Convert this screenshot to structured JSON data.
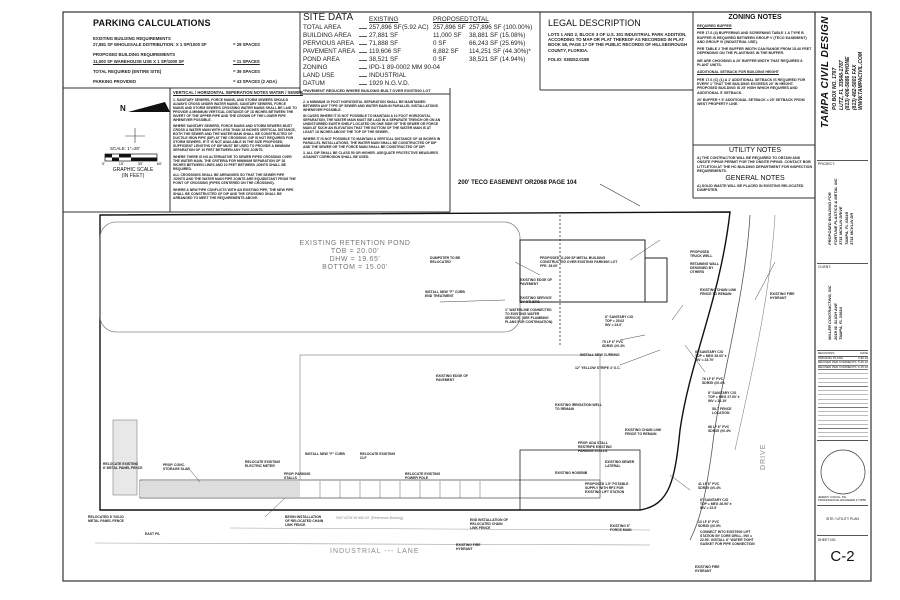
{
  "parking": {
    "title": "PARKING CALCULATIONS",
    "rows": [
      {
        "label": "EXISTING BUILDING REQUIREMENTS",
        "value": ""
      },
      {
        "label": "27,881 SF WHOLESALE DISTRIBUTION: X 1 SP/1000 SF",
        "value": "= 28 SPACES"
      },
      {
        "label": "PROPOSED BUILDING REQUIREMENTS",
        "value": ""
      },
      {
        "label": "11,000 SF WAREHOUSE USE X 1 SP/1000 SF",
        "value": "= 11 SPACES"
      },
      {
        "label": "TOTAL REQUIRED (ENTIRE SITE)",
        "value": "= 39 SPACES"
      },
      {
        "label": "PARKING PROVIDED",
        "value": "= 43 SPACES (2 ADA)"
      }
    ]
  },
  "site_data": {
    "title": "SITE DATA",
    "headers": [
      "EXISTING",
      "PROPOSED",
      "TOTAL"
    ],
    "rows": [
      {
        "label": "TOTAL AREA",
        "existing": "257,896 SF",
        "extra": "(5.92 AC)",
        "proposed": "257,896 SF",
        "total": "257,896 SF (100.00%)"
      },
      {
        "label": "BUILDING AREA",
        "existing": "27,881 SF",
        "extra": "",
        "proposed": "11,000 SF",
        "total": "38,881 SF (15.08%)"
      },
      {
        "label": "PERVIOUS AREA",
        "existing": "71,888 SF",
        "extra": "",
        "proposed": "0 SF",
        "total": "66,243 SF (25.69%)"
      },
      {
        "label": "PAVEMENT AREA",
        "existing": "119,606 SF",
        "extra": "",
        "proposed": "6,882 SF",
        "total": "114,251 SF (44.30%)*"
      },
      {
        "label": "POND AREA",
        "existing": "38,521 SF",
        "extra": "",
        "proposed": "0 SF",
        "total": "38,521 SF (14.94%)"
      },
      {
        "label": "ZONING",
        "existing": "IPD-1 89-0002 MM 90-04",
        "extra": "",
        "proposed": "",
        "total": ""
      },
      {
        "label": "LAND USE",
        "existing": "INDUSTRIAL",
        "extra": "",
        "proposed": "",
        "total": ""
      },
      {
        "label": "DATUM",
        "existing": "1929 N.G.V.D.",
        "extra": "",
        "proposed": "",
        "total": ""
      }
    ],
    "footnote": "*PAVEMENT REDUCED WHERE BUILDING BUILT OVER EXISTING LOT"
  },
  "legal": {
    "title": "LEGAL DESCRIPTION",
    "text": "LOTS 1 AND 2, BLOCK 3 OF U.S. 301 INDUSTRIAL PARK ADDITION, ACCORDING TO MAP OR PLAT THEREOF AS RECORDED IN PLAT BOOK 58, PAGE 17 OF THE PUBLIC RECORDS OF HILLSBOROUGH COUNTY, FLORIDA.",
    "folio": "FOLIO: 038252.0188"
  },
  "zoning": {
    "title": "ZONING NOTES",
    "paras": [
      "REQUIRED BUFFER",
      "PER 17.6 (4) BUFFERING AND SCREENING TABLE 1 A TYPE B BUFFER IS REQUIRED BETWEEN GROUP V (TECO EASEMENT) AND GROUP VI (INDUSTRIAL USE).",
      "PER TABLE 2 THE BUFFER WIDTH CAN RANGE FROM 15-40 FEET DEPENDING ON THE PLANTINGS IN THE BUFFER.",
      "WE ARE CHOOSING A 20' BUFFER WIDTH THAT REQUIRES 8 PLANT UNITS.",
      "ADDITIONAL SETBACK FOR BUILDING HEIGHT",
      "PER 17.6 (C) (1) A 1' ADDITIONAL SETBACK IS REQUIRED FOR EVERY 1' THAT THE BUILDING EXCEEDS 20' IN HEIGHT. PROPOSED BUILDING IS 25' HIGH WHICH REQUIRES AND ADDITIONAL 5' SETBACK.",
      "20' BUFFER + 5' ADDITIONAL SETBACK = 25' SETBACK FROM WEST PROPERTY LINE."
    ]
  },
  "utility": {
    "title": "UTILITY NOTES",
    "text": "A) THE CONTRACTOR WILL BE REQUIRED TO OBTAIN AND ONSITE PIPING PERMIT FOR THE ONSITE PIPING. CONTACT BOB LITTLETON AT THE HC BUILDING DEPARTMENT FOR INSPECTION REQUIREMENTS."
  },
  "general": {
    "title": "GENERAL NOTES",
    "text": "A) SOLID WASTE WILL BE PLACED IN EXISTING RELOCATED DUMPSTER."
  },
  "north": {
    "letter": "N",
    "scale": "SCALE: 1\"=30'",
    "ticks": [
      "0'",
      "15'",
      "30'",
      "60'"
    ],
    "graphic": "GRAPHIC SCALE",
    "units": "(IN FEET)"
  },
  "separation": {
    "title": "VERTICAL / HORIZONTAL SEPERATION NOTES WATER / SEWER",
    "col1": [
      "1. SANITARY SEWERS, FORCE MAINS, AND STORM SEWERS SHOULD ALWAYS CROSS UNDER WATER MAINS. SANITARY SEWERS, FORCE MAINS AND STORM SEWERS CROSSING WATER MAINS SHALL BE LAID TO PROVIDE A MINIMUM VERTICAL DISTANCE OF 18 INCHES BETWEEN THE INVERT OF THE UPPER PIPE AND THE CROWN OF THE LOWER PIPE WHENEVER POSSIBLE.",
      "WHERE SANITARY SEWERS, FORCE MAINS AND STORM SEWERS MUST CROSS A WATER MAIN WITH LESS THAN 18 INCHES VERTICAL DISTANCE, BOTH THE SEWER AND THE WATER MAIN SHALL BE CONSTRUCTED OF DUCTILE IRON PIPE (DIP) AT THE CROSSING. DIP IS NOT REQUIRED FOR STORM SEWERS. IF IT IS NOT AVAILABLE IN THE SIZE PROPOSED, SUFFICIENT LENGTHS OF DIP MUST BE USED TO PROVIDE A MINIMUM SEPARATION OF 10 FEET BETWEEN ANY TWO JOINTS.",
      "WHERE THERE IS NO ALTERNATIVE TO SEWER PIPES CROSSING OVER THE WATER MAIN, THE CRITERIA FOR MINIMUM SEPARATION OF 18 INCHES BETWEEN LINES AND 10 FEET BETWEEN JOINTS SHALL BE REQUIRED.",
      "ALL CROSSINGS SHALL BE ARRANGED SO THAT THE SEWER PIPE JOINTS AND THE WATER MAIN PIPE JOINTS ARE EQUIDISTANT FROM THE POINT OF CROSSING (PIPES CENTERED ON THE CROSSING).",
      "WHERE A NEW PIPE CONFLICTS WITH AN EXISTING PIPE, THE NEW PIPE SHALL BE CONSTRUCTED OF DIP AND THE CROSSING SHALL BE ARRANGED TO MEET THE REQUIREMENTS ABOVE."
    ],
    "col2": [
      "2. A MINIMUM 10 FOOT HORIZONTAL SEPARATION SHALL BE MAINTAINED BETWEEN ANY TYPE OF SEWER AND WATER MAIN IN PARALLEL INSTALLATIONS WHENEVER POSSIBLE.",
      "IN CASES WHERE IT IS NOT POSSIBLE TO MAINTAIN A 10 FOOT HORIZONTAL SEPARATION, THE WATER MAIN MUST BE LAID IN A SEPARATE TRENCH OR ON AN UNDISTURBED EARTH SHELF LOCATED ON ONE SIDE OF THE SEWER OR FORCE MAIN AT SUCH AN ELEVATION THAT THE BOTTOM OF THE WATER MAIN IS AT LEAST 18 INCHES ABOVE THE TOP OF THE SEWER.",
      "WHERE IT IS NOT POSSIBLE TO MAINTAIN A VERTICAL DISTANCE OF 18 INCHES IN PARALLEL INSTALLATIONS, THE WATER MAIN SHALL BE CONSTRUCTED OF DIP AND THE SEWER OR THE FORCE MAIN SHALL BE CONSTRUCTED OF DIP.",
      "3. ALL DIP SHALL BE CLASS 50 OR HIGHER. ASEQUATE PROTECTIVE MEASURES AGAINST CORROSION SHALL BE USED."
    ]
  },
  "plan": {
    "easement": "200' TECO EASEMENT OR2068 PAGE 104",
    "pond": [
      "EXISTING RETENTION POND",
      "TOB = 20.00'",
      "DHW = 19.65'",
      "BOTTOM = 15.00'"
    ],
    "road": "INDUSTRIAL --- LANE",
    "drive": "DRIVE",
    "bearing": "S00°42'04\"W 680.00' (Reference Bearing)",
    "callouts": [
      "DUMPSTER TO BE\nRELOCATED",
      "INSTALL NEW \"F\" CURB\nEND TREATMENT",
      "PROPOSED 11,000 SF METAL BUILDING\nCONSTRUCTED OVER EXISTING PARKING LOT\nFFE: 26.00'",
      "EXISTING EDGE OF\nPAVEMENT",
      "EXISTING SERVICE\nBY OTHERS",
      "1\" WATERLINE CONNECTED\nTO EXISTING WATER\nSERVICE. (SEE PLUMBING\nPLANS FOR CONTINUATION)",
      "PROPOSED\nTRUCK WELL",
      "RETAINING WALL\nDESIGNED BY\nOTHERS",
      "EXISTING CHAIN LINK\nFENCE TO REMAIN",
      "EXISTING FIRE\nHYDRANT",
      "8\" SANITARY C/O\nTOP = 25.02\nINV = 24.0'",
      "75 LF 6\" PVC\nSDR35 @0.4%",
      "INSTALL NEW CURBING",
      "12\" YELLOW STRIPE 4' O.C.",
      "8\" SANITARY C/O\nTOP = MEG 26.00' ±\nINV = 23.70'",
      "76 LF 6\" PVC\nSDR35 @0.4%",
      "8\" SANITARY C/O\nTOP = MEG 27.00' ±\nINV = 23.19'",
      "SILT FENCE\nLOCATION",
      "EXISTING IRRIGATION WELL\nTO REMAIN",
      "EXISTING EDGE OF\nPAVEMENT",
      "88 LF 6\" PVC\nSDR35 @0.4%",
      "EXISTING CHAIN LINK\nFENCE TO REMAIN",
      "PROP. ADA STALL\nRESTRIPE EXISTING\nPARKING STALLS",
      "EXISTING SEWER\nLATERAL",
      "EXISTING HOSEBIB",
      "PROPOSED 1.5\" POTABLE\nSUPPLY WITH RPZ FOR\nEXISTING LIFT STATION",
      "41 LF 6\" PVC\nSDR35 @0.4%",
      "8\" SANITARY C/O\nTOP = MEG 26.90' ±\nINV = 22.5'",
      "13 LF 6\" PVC\nSDR35 @0.5%",
      "EXISTING 6\"\nFORCE MAIN",
      "CONNECT INTO EXISTING LIFT\nSTATION BY CORE DRILL. INV =\n22.50'. INSTALL 6\" WATER TIGHT\nGASKET FOR PIPE CONNECTION",
      "EXISTING FIRE\nHYDRANT",
      "RELOCATE EXISTING\n8' METAL PANEL FENCE",
      "PROP. CONC.\nSTORAGE SLAB",
      "RELOCATE EXISTING\nELECTRIC METER",
      "PROP. PARKING\nSTALLS",
      "INSTALL NEW \"F\" CURB",
      "RELOCATE EXISTING\nCLF",
      "RELOCATE EXISTING\nPOWER POLE",
      "RELOCATED 8' SOLID\nMETAL PANEL FENCE",
      "EAST P/L",
      "BEGIN INSTALLATION\nOF RELOCATED CHAIN\nLINK FENCE",
      "END INSTALLATION OF\nRELOCATED CHAIN\nLINK FENCE",
      "EXISTING FIRE\nHYDRANT"
    ]
  },
  "title_block": {
    "company": "TAMPA CIVIL DESIGN",
    "address": [
      "PO BOX NO. 1787",
      "LUTZ, FL 33548-1787",
      "(813) 406-5886  PHONE",
      "(813) 482-5801  FAX",
      "WWW.TAMPACIVIL.COM"
    ],
    "project_label": "PROJECT:",
    "project": [
      "PROPOSED BUILDING FOR",
      "FORTUNE PLASTICS & METAL INC",
      "3711 MCKLIN DRIVE",
      "TAMPA, FL 33619",
      "3711 MCKLIN DR"
    ],
    "client_label": "CLIENT:",
    "client": [
      "MILLER CONTRACTING, INC",
      "2019 W. SLIGH AVE",
      "TAMPA, FL 33614"
    ],
    "rev_headers": [
      "REVISIONS",
      "DATE"
    ],
    "revisions": [
      {
        "desc": "ORIGINAL PLANS",
        "date": "3.30.16"
      },
      {
        "desc": "REVISED PER COMMENTS",
        "date": "5.26.16"
      },
      {
        "desc": "REVISED PER COMMENTS",
        "date": "6.15.16"
      }
    ],
    "engineer": "JEREMY COUCH, P.E.",
    "engineer_sub": "PROFESSIONAL ENGINEER # 70856",
    "sheet_title": "SITE / UTILITY PLAN",
    "sheet_label": "SHEET NO:",
    "sheet_no": "C-2"
  }
}
